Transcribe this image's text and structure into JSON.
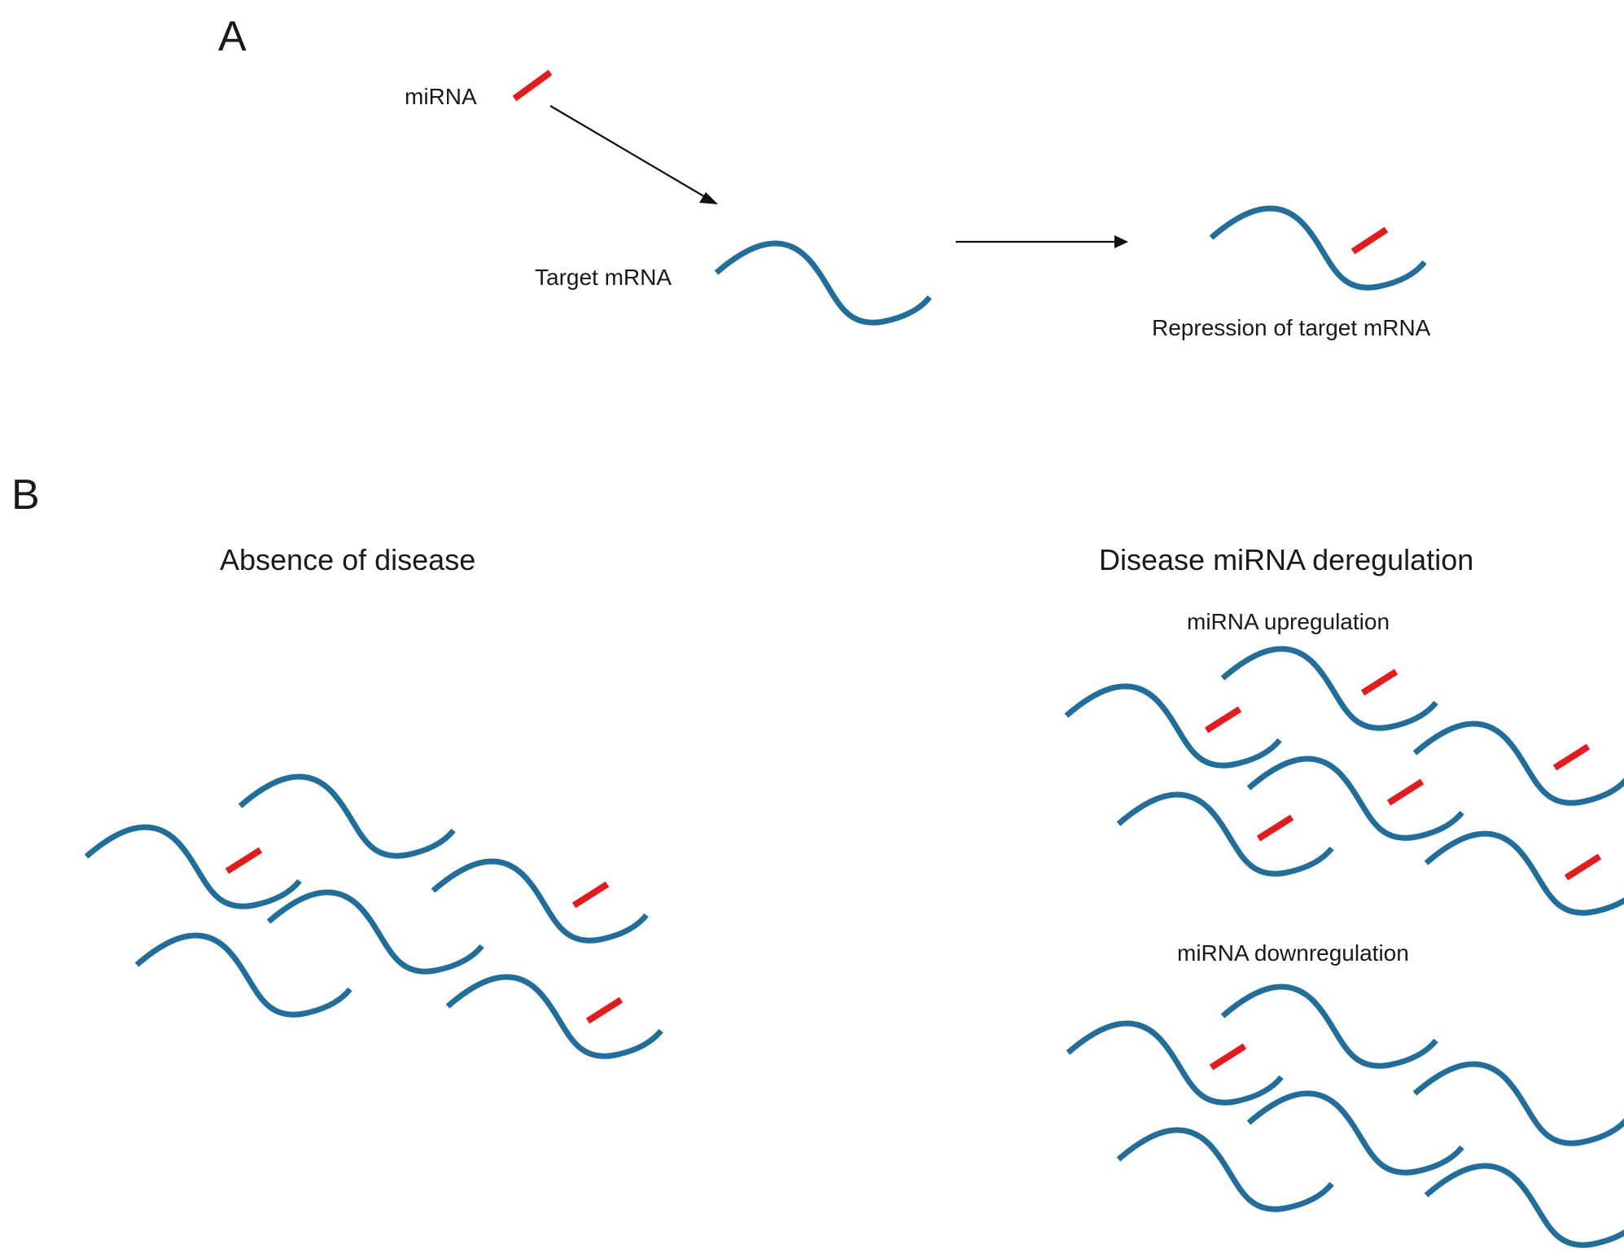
{
  "colors": {
    "mrna": "#1f6e9c",
    "mirna": "#e8191b",
    "arrow": "#111111",
    "text": "#1a1a1a"
  },
  "panel_a": {
    "letter": "A",
    "mirna_label": "miRNA",
    "target_label": "Target  mRNA",
    "result_label": "Repression  of target  mRNA"
  },
  "panel_b": {
    "letter": "B",
    "absence_heading": "Absence of disease",
    "disease_heading": "Disease miRNA deregulation",
    "upregulation_label": "miRNA  upregulation",
    "downregulation_label": "miRNA  downregulation"
  }
}
